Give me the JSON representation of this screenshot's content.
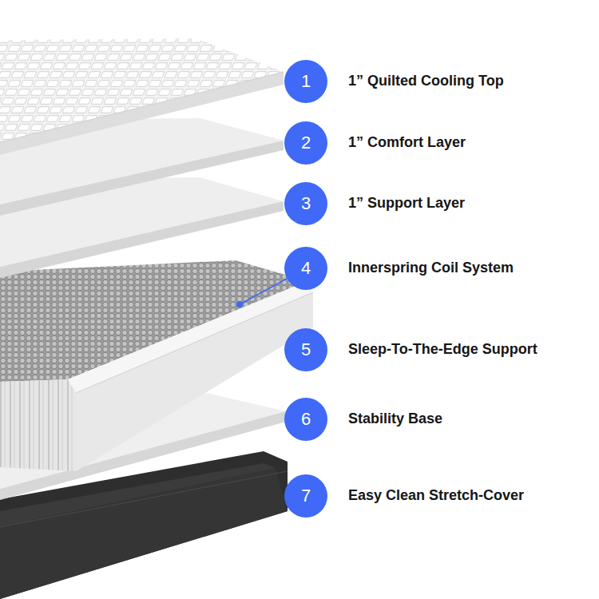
{
  "diagram": {
    "nodes": [
      {
        "text": [
          "1"
        ]
      },
      {
        "text": [
          "2"
        ]
      },
      {
        "text": [
          "3"
        ]
      },
      {
        "text": [
          "4"
        ]
      },
      {
        "text": [
          "5"
        ]
      },
      {
        "text": [
          "6"
        ]
      },
      {
        "text": [
          "7"
        ]
      }
    ],
    "labels": [
      "1” Quilted Cooling Top",
      "1” Comfort Layer",
      "1” Support Layer",
      "Innerspring Coil System",
      "Sleep-To-The-Edge Support",
      "Stability Base",
      "Easy Clean Stretch-Cover"
    ]
  }
}
